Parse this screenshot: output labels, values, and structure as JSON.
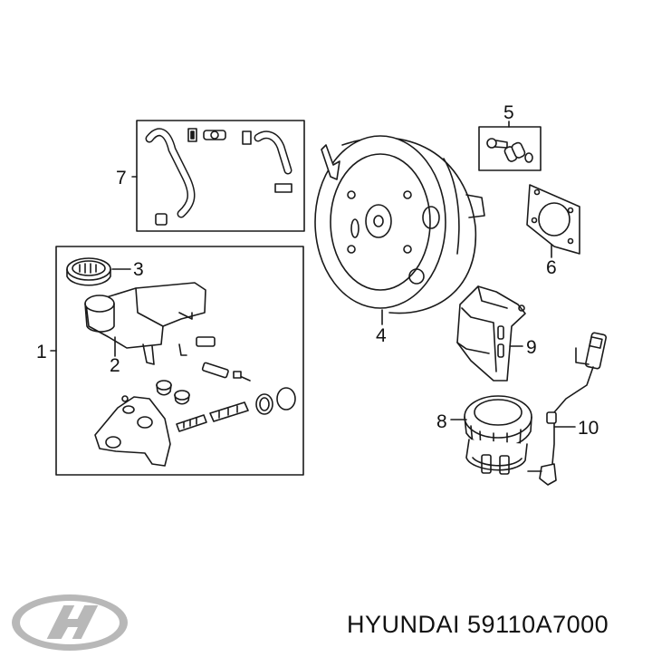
{
  "callouts": {
    "c1": "1",
    "c2": "2",
    "c3": "3",
    "c4": "4",
    "c5": "5",
    "c6": "6",
    "c7": "7",
    "c8": "8",
    "c9": "9",
    "c10": "10"
  },
  "footer": {
    "brand": "HYUNDAI",
    "part_number": "59110A7000",
    "logo_icon": "hyundai-logo-icon"
  },
  "colors": {
    "line": "#1a1a1a",
    "logo": "#b8b8b8"
  }
}
